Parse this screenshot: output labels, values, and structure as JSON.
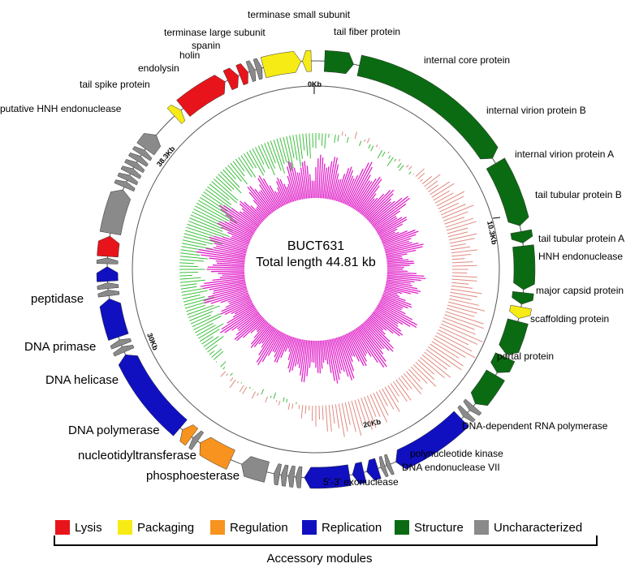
{
  "center": {
    "name": "BUCT631",
    "length_label": "Total length 44.81 kb"
  },
  "ticks": [
    "0Kb",
    "10.3Kb",
    "20Kb",
    "30Kb",
    "38.3Kb"
  ],
  "genome_kb": 44.81,
  "categories": {
    "lysis": {
      "label": "Lysis",
      "color": "#e8141b"
    },
    "packaging": {
      "label": "Packaging",
      "color": "#f6eb14"
    },
    "regulation": {
      "label": "Regulation",
      "color": "#f7931e"
    },
    "replication": {
      "label": "Replication",
      "color": "#1010c0"
    },
    "structure": {
      "label": "Structure",
      "color": "#0b6b12"
    },
    "uncharacterized": {
      "label": "Uncharacterized",
      "color": "#8a8a8a"
    }
  },
  "legend": [
    "lysis",
    "packaging",
    "regulation",
    "replication",
    "structure",
    "uncharacterized"
  ],
  "legend_title": "Accessory modules",
  "genes": [
    {
      "s": 0.3,
      "e": 1.3,
      "cat": "structure",
      "dir": 1
    },
    {
      "s": 1.5,
      "e": 7.2,
      "cat": "structure",
      "dir": 1
    },
    {
      "s": 7.4,
      "e": 9.7,
      "cat": "structure",
      "dir": 1
    },
    {
      "s": 9.9,
      "e": 10.3,
      "cat": "structure",
      "dir": 1
    },
    {
      "s": 10.4,
      "e": 11.9,
      "cat": "structure",
      "dir": 1
    },
    {
      "s": 12.0,
      "e": 12.4,
      "cat": "structure",
      "dir": 1
    },
    {
      "s": 12.5,
      "e": 12.9,
      "cat": "packaging",
      "dir": 1
    },
    {
      "s": 13.0,
      "e": 14.2,
      "cat": "structure",
      "dir": 1
    },
    {
      "s": 14.3,
      "e": 14.9,
      "cat": "structure",
      "dir": 1
    },
    {
      "s": 15.0,
      "e": 16.2,
      "cat": "structure",
      "dir": 1
    },
    {
      "s": 16.3,
      "e": 16.5,
      "cat": "uncharacterized",
      "dir": 1
    },
    {
      "s": 16.6,
      "e": 16.8,
      "cat": "uncharacterized",
      "dir": 1
    },
    {
      "s": 16.9,
      "e": 19.6,
      "cat": "replication",
      "dir": 1
    },
    {
      "s": 19.8,
      "e": 19.95,
      "cat": "uncharacterized",
      "dir": 1
    },
    {
      "s": 20.0,
      "e": 20.15,
      "cat": "uncharacterized",
      "dir": 1
    },
    {
      "s": 20.25,
      "e": 20.65,
      "cat": "replication",
      "dir": 1
    },
    {
      "s": 20.75,
      "e": 21.15,
      "cat": "replication",
      "dir": 1
    },
    {
      "s": 21.25,
      "e": 22.8,
      "cat": "replication",
      "dir": 1
    },
    {
      "s": 22.9,
      "e": 23.1,
      "cat": "uncharacterized",
      "dir": 1
    },
    {
      "s": 23.15,
      "e": 23.35,
      "cat": "uncharacterized",
      "dir": 1
    },
    {
      "s": 23.4,
      "e": 23.6,
      "cat": "uncharacterized",
      "dir": 1
    },
    {
      "s": 23.65,
      "e": 23.85,
      "cat": "uncharacterized",
      "dir": 1
    },
    {
      "s": 24.1,
      "e": 25.0,
      "cat": "uncharacterized",
      "dir": 1
    },
    {
      "s": 25.4,
      "e": 26.6,
      "cat": "regulation",
      "dir": 1
    },
    {
      "s": 26.7,
      "e": 26.9,
      "cat": "uncharacterized",
      "dir": 1
    },
    {
      "s": 26.95,
      "e": 27.35,
      "cat": "regulation",
      "dir": 1
    },
    {
      "s": 27.45,
      "e": 30.6,
      "cat": "replication",
      "dir": 1
    },
    {
      "s": 30.7,
      "e": 30.9,
      "cat": "uncharacterized",
      "dir": 1
    },
    {
      "s": 30.95,
      "e": 31.15,
      "cat": "uncharacterized",
      "dir": 1
    },
    {
      "s": 31.25,
      "e": 32.6,
      "cat": "replication",
      "dir": 1
    },
    {
      "s": 32.7,
      "e": 32.9,
      "cat": "uncharacterized",
      "dir": 1
    },
    {
      "s": 32.95,
      "e": 33.15,
      "cat": "uncharacterized",
      "dir": 1
    },
    {
      "s": 33.2,
      "e": 33.7,
      "cat": "replication",
      "dir": 1
    },
    {
      "s": 33.8,
      "e": 34.0,
      "cat": "uncharacterized",
      "dir": 1
    },
    {
      "s": 34.05,
      "e": 34.75,
      "cat": "lysis",
      "dir": 1
    },
    {
      "s": 34.85,
      "e": 36.4,
      "cat": "uncharacterized",
      "dir": 1
    },
    {
      "s": 36.5,
      "e": 36.7,
      "cat": "uncharacterized",
      "dir": 1
    },
    {
      "s": 36.75,
      "e": 36.95,
      "cat": "uncharacterized",
      "dir": 1
    },
    {
      "s": 37.0,
      "e": 37.2,
      "cat": "uncharacterized",
      "dir": 1
    },
    {
      "s": 37.25,
      "e": 37.45,
      "cat": "uncharacterized",
      "dir": 1
    },
    {
      "s": 37.5,
      "e": 37.7,
      "cat": "uncharacterized",
      "dir": 1
    },
    {
      "s": 37.75,
      "e": 37.95,
      "cat": "uncharacterized",
      "dir": 1
    },
    {
      "s": 38.0,
      "e": 38.6,
      "cat": "uncharacterized",
      "dir": 1
    },
    {
      "s": 39.5,
      "e": 39.8,
      "cat": "packaging",
      "dir": 1
    },
    {
      "s": 39.9,
      "e": 41.6,
      "cat": "lysis",
      "dir": 1
    },
    {
      "s": 41.7,
      "e": 42.1,
      "cat": "lysis",
      "dir": 1
    },
    {
      "s": 42.15,
      "e": 42.45,
      "cat": "lysis",
      "dir": 1
    },
    {
      "s": 42.5,
      "e": 42.7,
      "cat": "uncharacterized",
      "dir": 1
    },
    {
      "s": 42.75,
      "e": 42.95,
      "cat": "uncharacterized",
      "dir": 1
    },
    {
      "s": 43.0,
      "e": 44.3,
      "cat": "packaging",
      "dir": 1
    },
    {
      "s": 44.35,
      "e": 44.65,
      "cat": "packaging",
      "dir": -1
    }
  ],
  "gene_labels": [
    {
      "text": "terminase small subunit",
      "size": "sm"
    },
    {
      "text": "tail fiber protein",
      "size": "sm"
    },
    {
      "text": "internal core protein",
      "size": "sm"
    },
    {
      "text": "internal virion protein B",
      "size": "sm"
    },
    {
      "text": "internal virion protein A",
      "size": "sm"
    },
    {
      "text": "tail tubular protein B",
      "size": "sm"
    },
    {
      "text": "tail tubular protein A",
      "size": "sm"
    },
    {
      "text": "HNH endonuclease",
      "size": "sm"
    },
    {
      "text": "major capsid protein",
      "size": "sm"
    },
    {
      "text": "scaffolding protein",
      "size": "sm"
    },
    {
      "text": "portal protein",
      "size": "sm"
    },
    {
      "text": "DNA-dependent RNA polymerase",
      "size": "sm"
    },
    {
      "text": "polynucleotide kinase",
      "size": "sm"
    },
    {
      "text": "DNA endonuclease VII",
      "size": "sm"
    },
    {
      "text": "5'-3' exonuclease",
      "size": "sm"
    },
    {
      "text": "phosphoesterase",
      "size": "lg"
    },
    {
      "text": "nucleotidyltransferase",
      "size": "lg"
    },
    {
      "text": "DNA polymerase",
      "size": "lg"
    },
    {
      "text": "DNA helicase",
      "size": "lg"
    },
    {
      "text": "DNA primase",
      "size": "lg"
    },
    {
      "text": "peptidase",
      "size": "lg"
    },
    {
      "text": "putative HNH endonuclease",
      "size": "sm"
    },
    {
      "text": "tail spike protein",
      "size": "sm"
    },
    {
      "text": "endolysin",
      "size": "sm"
    },
    {
      "text": "holin",
      "size": "sm"
    },
    {
      "text": "spanin",
      "size": "sm"
    },
    {
      "text": "terminase large subunit",
      "size": "sm"
    }
  ],
  "tracks": {
    "gc_skew_pos_color": "#3dbf3d",
    "gc_skew_neg_color": "#e08a80",
    "gc_content_color": "#e020c8"
  }
}
